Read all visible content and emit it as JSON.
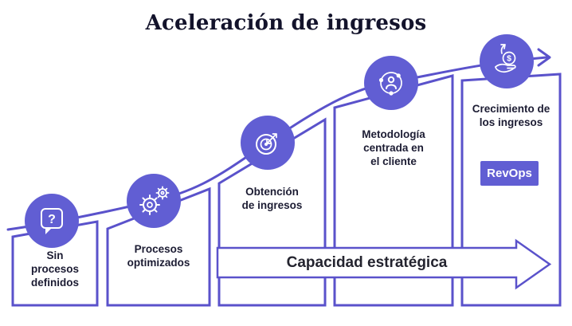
{
  "title": "Aceleración de ingresos",
  "colors": {
    "purple_fill": "#615ed3",
    "purple_line": "#5a52cb",
    "label_text": "#1c1c33",
    "arrow_body": "#ffffff",
    "badge_text": "#ffffff"
  },
  "stages": [
    {
      "label": "Sin\nprocesos\ndefinidos",
      "icon": "question-bubble-icon",
      "icon_glyph": "?"
    },
    {
      "label": "Procesos\noptimizados",
      "icon": "gears-icon"
    },
    {
      "label": "Obtención\nde ingresos",
      "icon": "target-dart-icon"
    },
    {
      "label": "Metodología\ncentrada en\nel cliente",
      "icon": "customer-centric-icon"
    },
    {
      "label": "Crecimiento de\nlos ingresos",
      "icon": "hand-money-icon",
      "icon_glyph": "$",
      "badge": "RevOps"
    }
  ],
  "strategic_arrow": {
    "label": "Capacidad estratégica"
  }
}
